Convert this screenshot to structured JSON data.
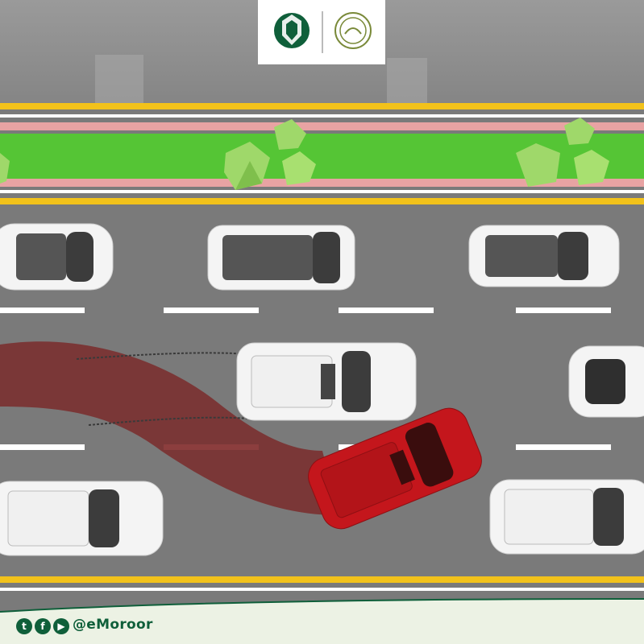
{
  "footer": {
    "handle": "@eMoroor",
    "social_icons": [
      "twitter-icon",
      "facebook-icon",
      "youtube-icon"
    ]
  },
  "logos": {
    "left": "traffic-department-emblem",
    "right": "ministry-of-interior-emblem"
  },
  "colors": {
    "road": "#7a7a7a",
    "median_grass": "#55c535",
    "yellow_line": "#f2c21b",
    "skidding_car": "#c4161c",
    "skid_trail": "#7a2c2c",
    "brand_green": "#0f5f3a"
  }
}
